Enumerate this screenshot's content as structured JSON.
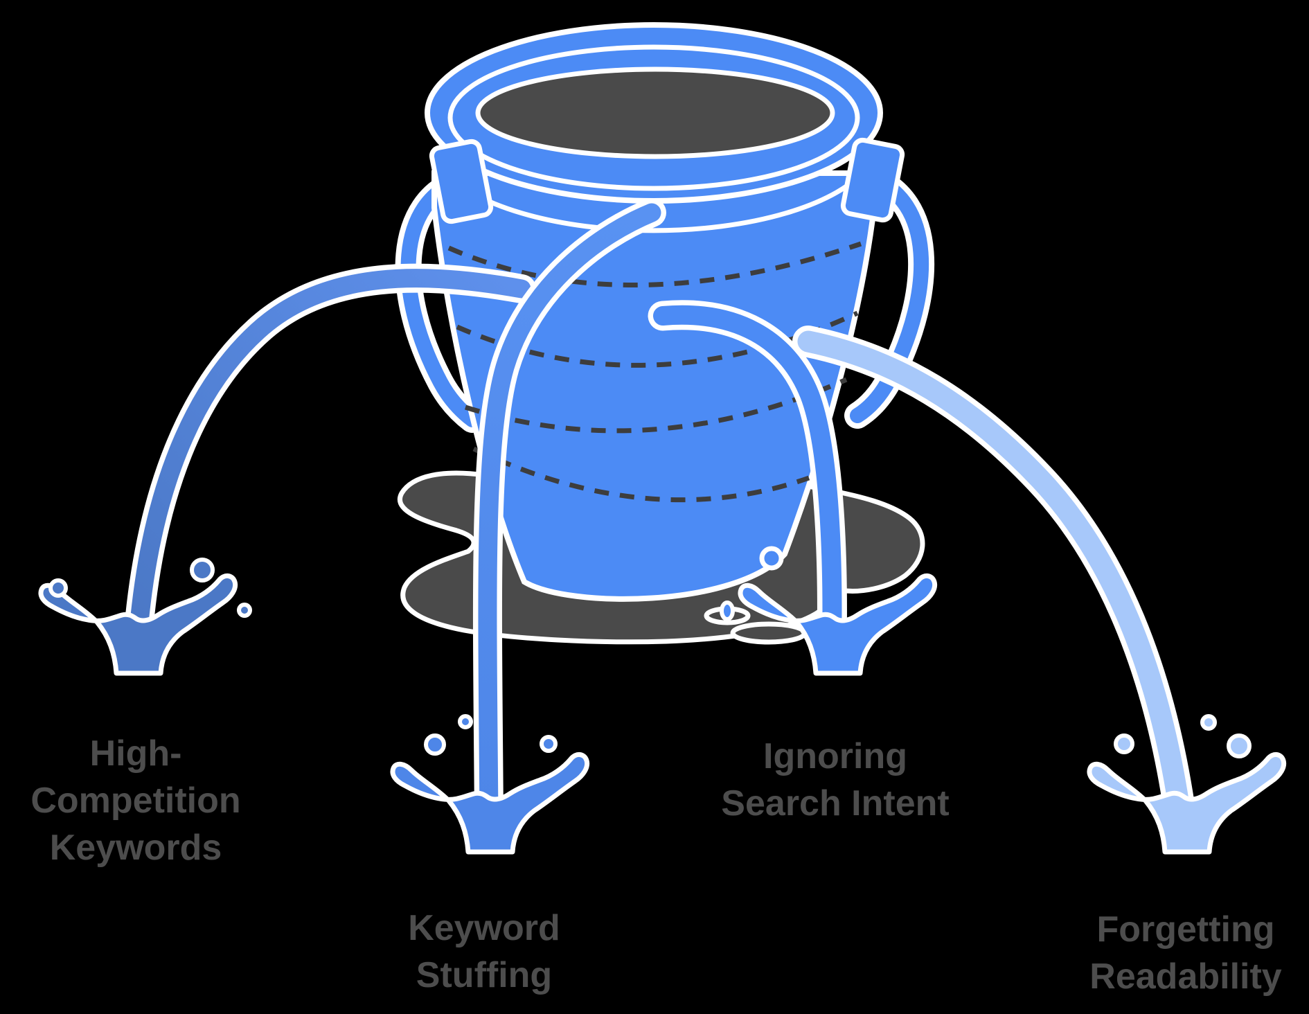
{
  "illustration": {
    "name": "leaky-bucket",
    "description": "A blue bucket leaking four arcs of water that splash on the ground over a dark puddle; each leak is labeled with an SEO mistake."
  },
  "labels": [
    {
      "id": "high-competition-keywords",
      "lines": [
        "High-",
        "Competition",
        "Keywords"
      ]
    },
    {
      "id": "keyword-stuffing",
      "lines": [
        "Keyword",
        "Stuffing"
      ]
    },
    {
      "id": "ignoring-search-intent",
      "lines": [
        "Ignoring",
        "Search Intent"
      ]
    },
    {
      "id": "forgetting-readability",
      "lines": [
        "Forgetting",
        "Readability"
      ]
    }
  ],
  "colors": {
    "background": "#000000",
    "bucket-blue": "#4C8BF5",
    "outline-white": "#FFFFFF",
    "dark-gray": "#4A4A4A",
    "dash-gray": "#3D3D3D",
    "label-gray": "#4D4D4D",
    "stream1": "#4B78C6",
    "stream1-start": "#5E90EC",
    "stream2": "#4E86E8",
    "stream2-start": "#5992F2",
    "stream3": "#4C8BF5",
    "stream4": "#A7C8FA"
  }
}
